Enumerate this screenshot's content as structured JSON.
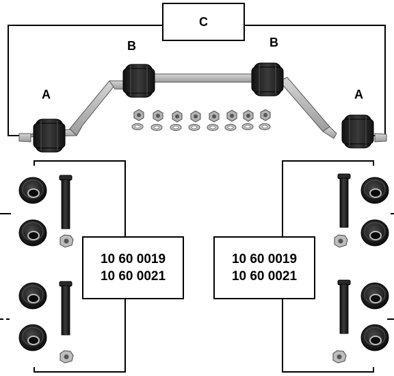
{
  "labels": {
    "c": "C",
    "b_left": "B",
    "b_right": "B",
    "a_left": "A",
    "a_right": "A"
  },
  "part_boxes": [
    {
      "line1": "10 60 0019",
      "line2": "10 60 0021"
    },
    {
      "line1": "10 60 0019",
      "line2": "10 60 0021"
    }
  ],
  "colors": {
    "bar_fill": "#b9b9b9",
    "bar_stroke": "#555555",
    "bushing_dark": "#1a1a1a",
    "bushing_mid": "#3a3a3a",
    "nut_metal": "#a8a8a8",
    "line": "#000000"
  },
  "icons": [
    "rubber-bushing",
    "stabilizer-bar",
    "bolt",
    "nut",
    "washer"
  ]
}
